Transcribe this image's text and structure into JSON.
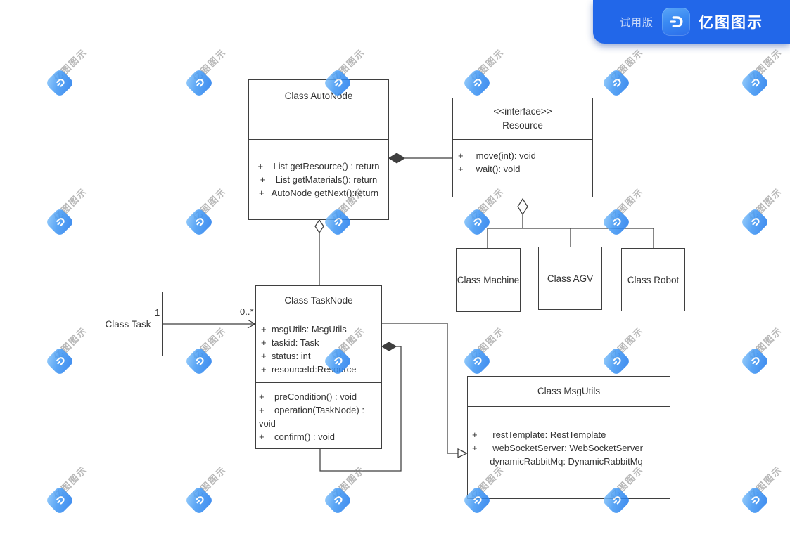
{
  "badge": {
    "trial": "试用版",
    "brand": "亿图图示"
  },
  "watermark": {
    "text": "亿图图示",
    "grid": {
      "cols": [
        85,
        283,
        480,
        678,
        876,
        1073
      ],
      "rows": [
        118,
        316,
        514,
        712
      ]
    }
  },
  "diagram": {
    "autonode": {
      "title": "Class AutoNode",
      "methods": [
        "+    List getResource() : return",
        "+    List getMaterials(): return",
        "+   AutoNode getNext():return"
      ]
    },
    "resource": {
      "stereotype": "<<interface>>",
      "name": "Resource",
      "methods": [
        "+     move(int): void",
        "+     wait(): void"
      ]
    },
    "machine": {
      "title": "Class Machine"
    },
    "agv": {
      "title": "Class AGV"
    },
    "robot": {
      "title": "Class Robot"
    },
    "task": {
      "title": "Class Task"
    },
    "tasknode": {
      "title": "Class TaskNode",
      "fields": [
        "+  msgUtils: MsgUtils",
        "+  taskid: Task",
        "+  status: int",
        "+  resourceId:Resource"
      ],
      "methods": [
        "+    preCondition() : void",
        "+    operation(TaskNode) :",
        "void",
        "+    confirm() : void"
      ]
    },
    "msgutils": {
      "title": "Class MsgUtils",
      "fields": [
        "+      restTemplate: RestTemplate",
        "+      webSocketServer: WebSocketServer",
        "       dynamicRabbitMq: DynamicRabbitMq"
      ]
    },
    "labels": {
      "task_end": "1",
      "tasknode_end": "0..*"
    }
  },
  "colors": {
    "badge_bg": "#2267e9",
    "watermark_blue": "#3e96f4",
    "line": "#3f3f3f",
    "text": "#333333",
    "box_fill": "#ffffff"
  }
}
